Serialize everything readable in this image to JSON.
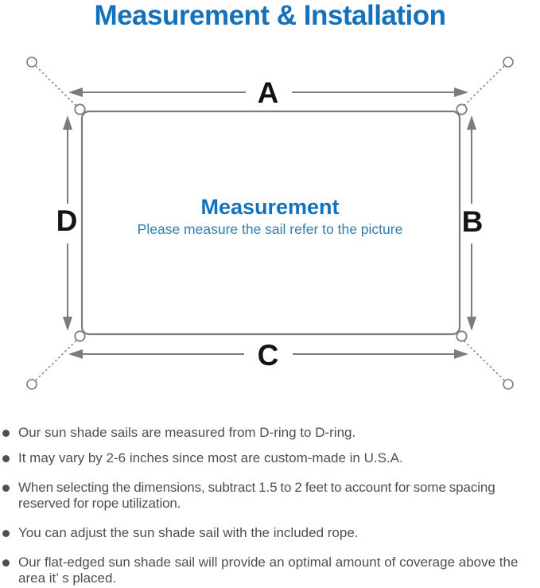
{
  "theme": {
    "accent": "#1471bb",
    "subtitle": "#2f7fae",
    "line": "#7c7c7c",
    "label": "#141414",
    "text": "#4f4f4f",
    "bullet": "#4f4f4f"
  },
  "page": {
    "title": "Measurement & Installation"
  },
  "diagram": {
    "labels": {
      "top": "A",
      "right": "B",
      "bottom": "C",
      "left": "D"
    },
    "center_heading": "Measurement",
    "center_subtitle": "Please measure the sail refer to the picture"
  },
  "notes": {
    "items": [
      "Our sun shade sails are measured from D-ring to D-ring.",
      "It may vary by 2-6 inches since most are custom-made in U.S.A.",
      "When selecting the dimensions, subtract 1.5 to 2 feet to account for some spacing reserved for rope utilization.",
      "You can adjust the sun shade sail with the included rope.",
      "Our flat-edged sun shade sail will provide an optimal amount of coverage above the area it’ s placed."
    ]
  }
}
